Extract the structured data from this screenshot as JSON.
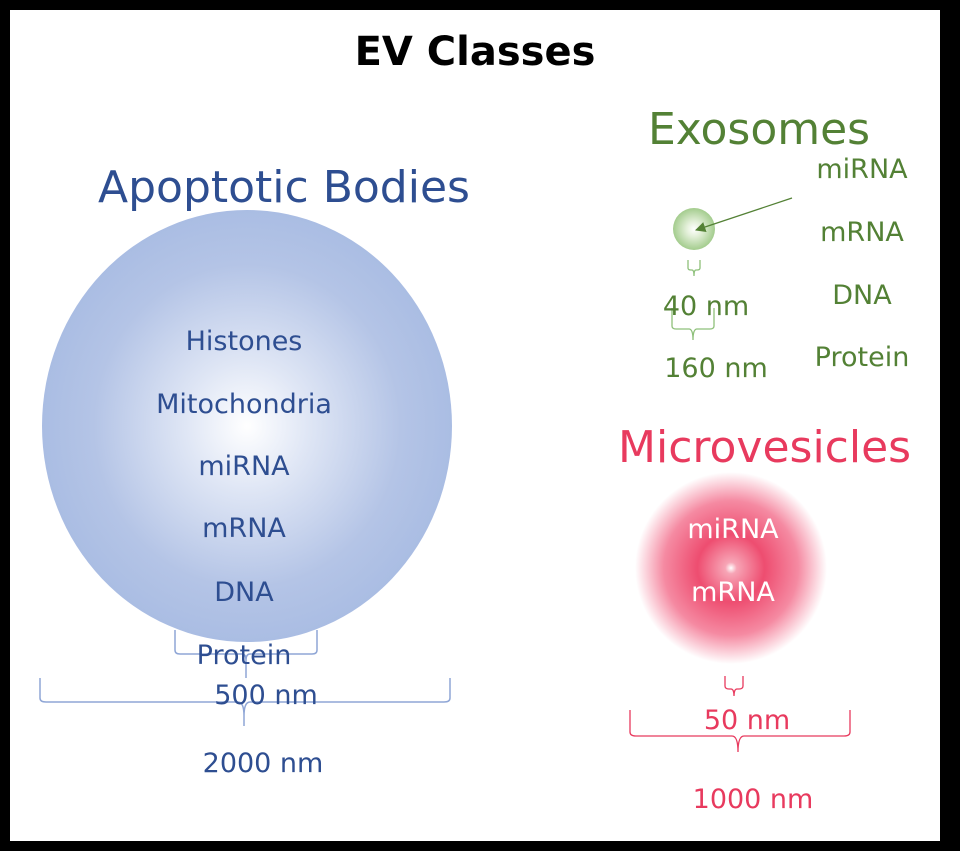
{
  "title": "EV Classes",
  "apoptotic": {
    "heading": "Apoptotic Bodies",
    "contents": [
      "Histones",
      "Mitochondria",
      "miRNA",
      "mRNA",
      "DNA",
      "Protein"
    ],
    "size_min": "500 nm",
    "size_max": "2000 nm",
    "color": "#2E4E91"
  },
  "exosomes": {
    "heading": "Exosomes",
    "contents": [
      "miRNA",
      "mRNA",
      "DNA",
      "Protein"
    ],
    "size_min": "40 nm",
    "size_max": "160 nm",
    "color": "#538135"
  },
  "microvesicles": {
    "heading": "Microvesicles",
    "contents": [
      "miRNA",
      "mRNA"
    ],
    "size_min": "50 nm",
    "size_max": "1000 nm",
    "color": "#E83A5E"
  }
}
